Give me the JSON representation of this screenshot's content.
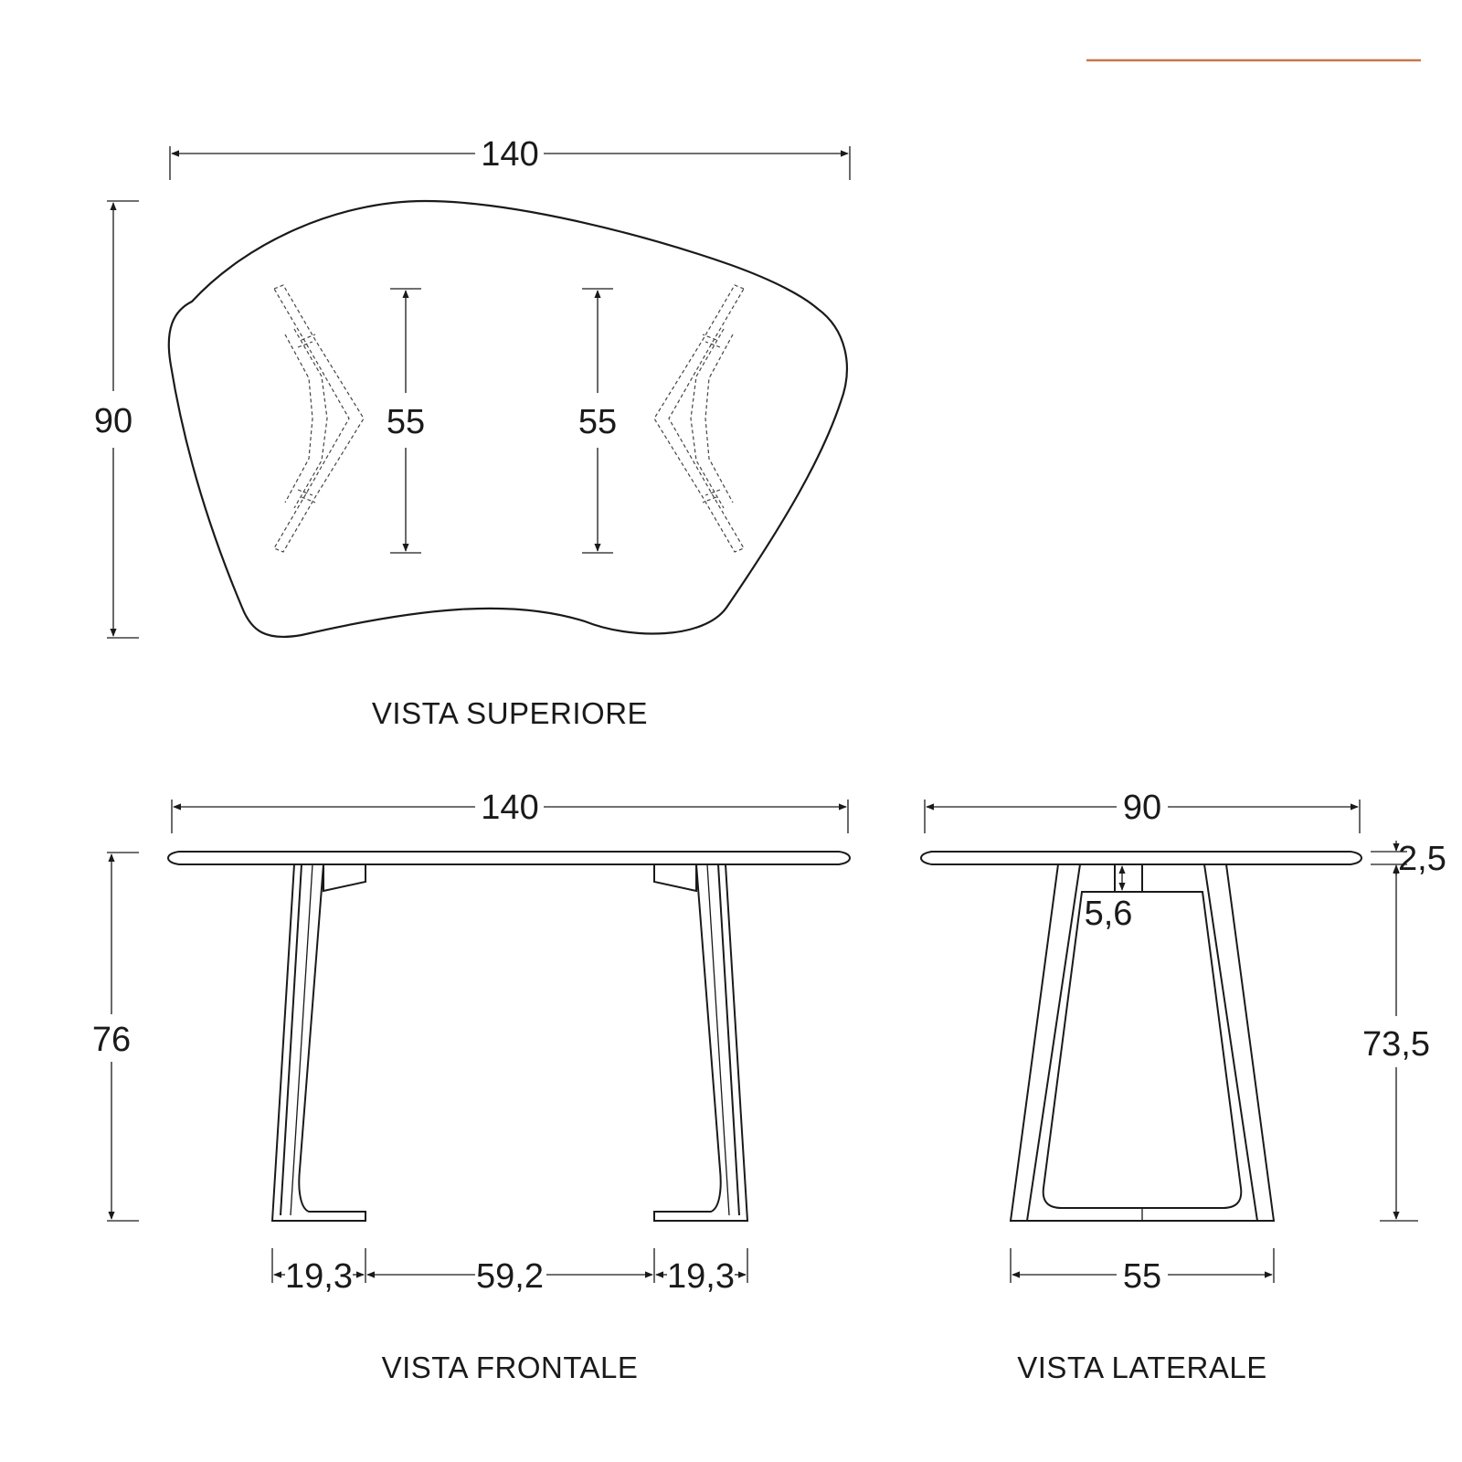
{
  "accent_color": "#c9774a",
  "views": {
    "top": {
      "caption": "VISTA SUPERIORE",
      "width": "140",
      "depth": "90",
      "left_base_span": "55",
      "right_base_span": "55"
    },
    "front": {
      "caption": "VISTA FRONTALE",
      "width": "140",
      "height": "76",
      "left_foot": "19,3",
      "between_feet": "59,2",
      "right_foot": "19,3"
    },
    "side": {
      "caption": "VISTA LATERALE",
      "width": "90",
      "top_thickness": "2,5",
      "leg_height": "73,5",
      "apron_height": "5,6",
      "base_width": "55"
    }
  }
}
